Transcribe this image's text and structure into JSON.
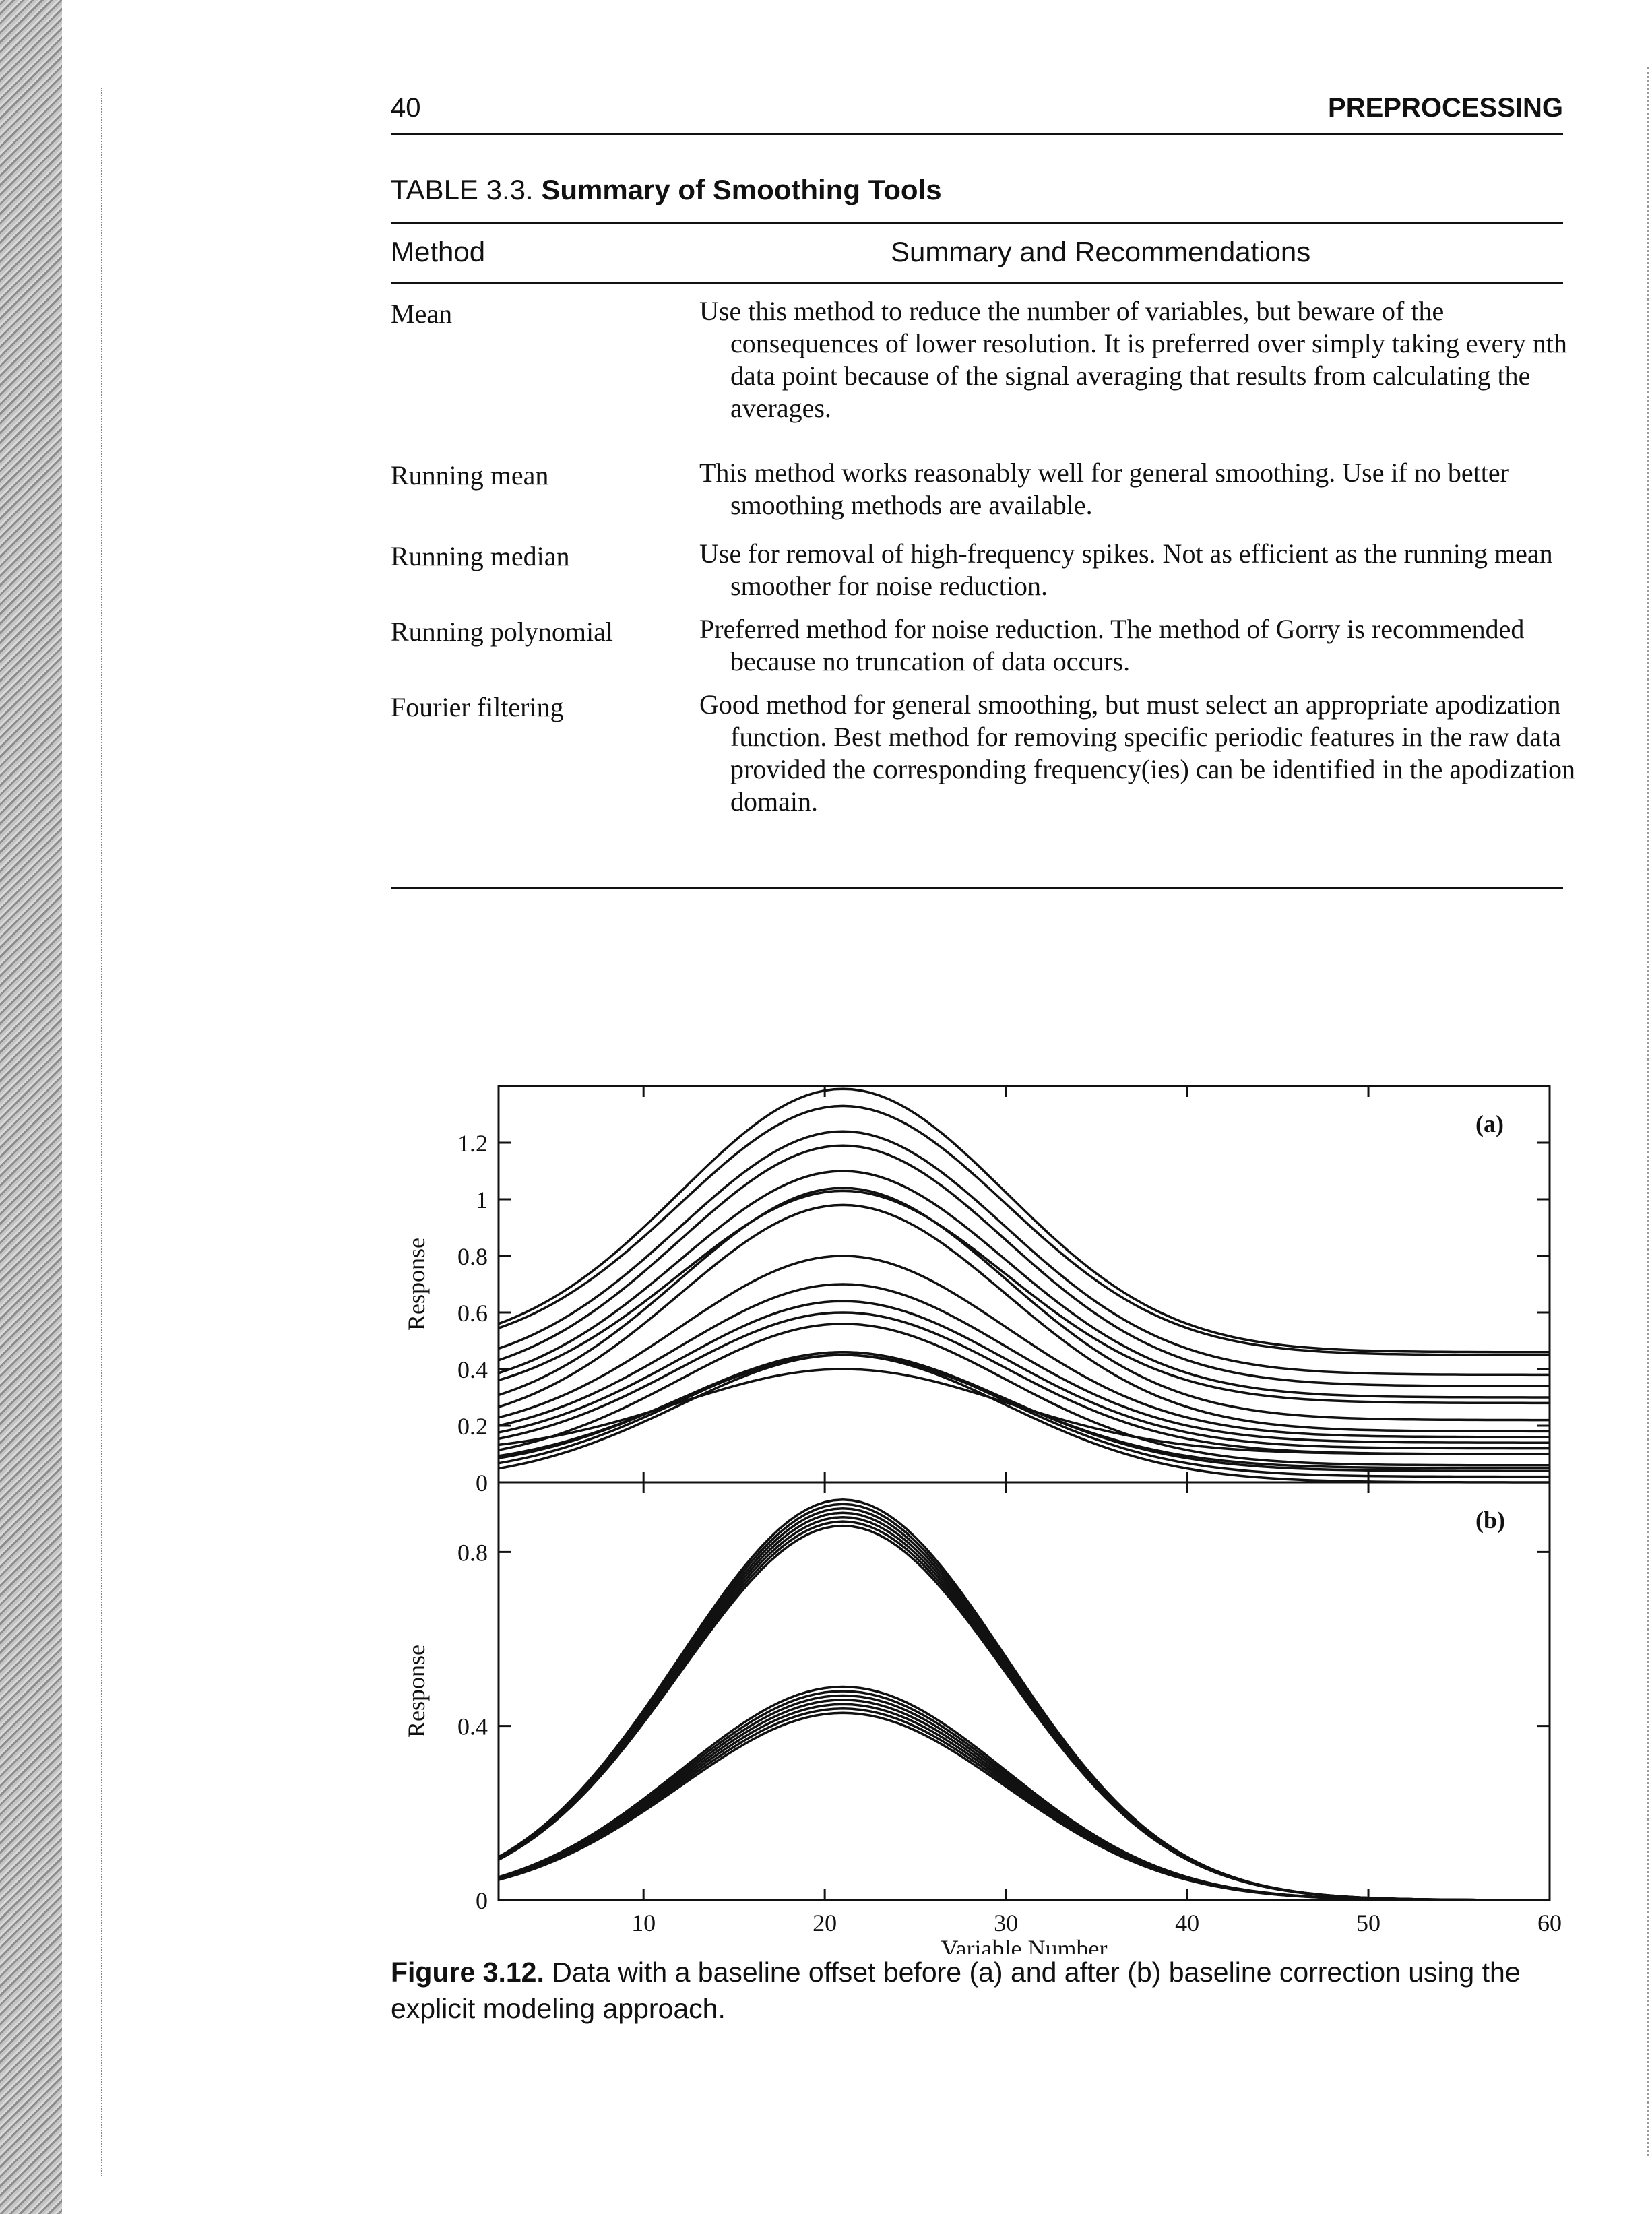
{
  "running_head": {
    "page_number": "40",
    "section": "PREPROCESSING"
  },
  "table": {
    "label": "TABLE 3.3.",
    "title": "Summary of Smoothing Tools",
    "headers": [
      "Method",
      "Summary and Recommendations"
    ],
    "rows": [
      {
        "method": "Mean",
        "summary": "Use this method to reduce the number of variables, but beware of the consequences of lower resolution. It is preferred over simply taking every nth data point because of the signal averaging that results from calculating the averages."
      },
      {
        "method": "Running mean",
        "summary": "This method works reasonably well for general smoothing. Use if no better smoothing methods are available."
      },
      {
        "method": "Running median",
        "summary": "Use for removal of high-frequency spikes. Not as efficient as the running mean smoother for noise reduction."
      },
      {
        "method": "Running polynomial",
        "summary": "Preferred method for noise reduction. The method of Gorry is recommended because no truncation of data occurs."
      },
      {
        "method": "Fourier filtering",
        "summary": "Good method for general smoothing, but must select an appropriate apodization function. Best method for removing specific periodic features in the raw data provided the corresponding frequency(ies) can be identified in the apodization domain."
      }
    ]
  },
  "figure": {
    "label": "Figure 3.12.",
    "caption": "Data with a baseline offset before (a) and after (b) baseline correction using the explicit modeling approach."
  },
  "chart_data": [
    {
      "type": "line",
      "panel_label": "(a)",
      "ylabel": "Response",
      "xlim": [
        2,
        60
      ],
      "ylim": [
        0,
        1.4
      ],
      "yticks": [
        "0",
        "0.2",
        "0.4",
        "0.6",
        "0.8",
        "1",
        "1.2"
      ],
      "ytick_values": [
        0,
        0.2,
        0.4,
        0.6,
        0.8,
        1,
        1.2
      ],
      "grid": false,
      "series_shape": {
        "center": 21,
        "width": 9
      },
      "series_params": [
        [
          0.46,
          0.93
        ],
        [
          0.45,
          0.88
        ],
        [
          0.38,
          0.86
        ],
        [
          0.34,
          0.85
        ],
        [
          0.3,
          0.8
        ],
        [
          0.28,
          0.75
        ],
        [
          0.22,
          0.82
        ],
        [
          0.18,
          0.8
        ],
        [
          0.16,
          0.64
        ],
        [
          0.14,
          0.56
        ],
        [
          0.12,
          0.52
        ],
        [
          0.1,
          0.5
        ],
        [
          0.06,
          0.5
        ],
        [
          0.04,
          0.42
        ],
        [
          0.02,
          0.44
        ],
        [
          0.0,
          0.45
        ],
        [
          0.1,
          0.3
        ],
        [
          0.05,
          0.4
        ]
      ]
    },
    {
      "type": "line",
      "panel_label": "(b)",
      "ylabel": "Response",
      "xlabel": "Variable Number",
      "xlim": [
        2,
        60
      ],
      "ylim": [
        0,
        0.96
      ],
      "xticks": [
        "10",
        "20",
        "30",
        "40",
        "50",
        "60"
      ],
      "xtick_values": [
        10,
        20,
        30,
        40,
        50,
        60
      ],
      "yticks": [
        "0",
        "0.4",
        "0.8"
      ],
      "ytick_values": [
        0,
        0.4,
        0.8
      ],
      "grid": false,
      "series_shape": {
        "center": 21,
        "width": 9
      },
      "series_params": [
        [
          0,
          0.92
        ],
        [
          0,
          0.91
        ],
        [
          0,
          0.9
        ],
        [
          0,
          0.89
        ],
        [
          0,
          0.88
        ],
        [
          0,
          0.87
        ],
        [
          0,
          0.86
        ],
        [
          0,
          0.49
        ],
        [
          0,
          0.48
        ],
        [
          0,
          0.47
        ],
        [
          0,
          0.46
        ],
        [
          0,
          0.45
        ],
        [
          0,
          0.44
        ],
        [
          0,
          0.43
        ]
      ]
    }
  ]
}
